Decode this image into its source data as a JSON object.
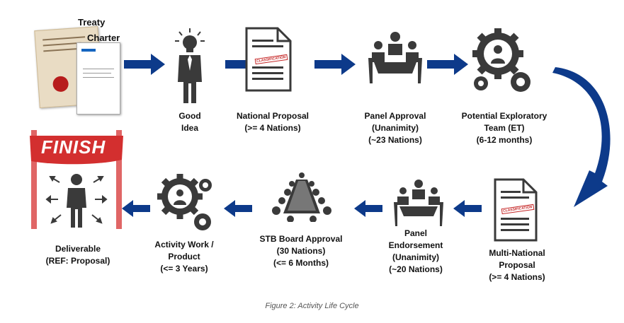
{
  "documents": {
    "treaty_label": "Treaty",
    "charter_label": "Charter"
  },
  "steps": {
    "good_idea": [
      "Good",
      "Idea"
    ],
    "national_proposal": [
      "National Proposal",
      "(>= 4 Nations)"
    ],
    "panel_approval": [
      "Panel Approval",
      "(Unanimity)",
      "(~23 Nations)"
    ],
    "potential_et": [
      "Potential Exploratory",
      "Team (ET)",
      "(6-12 months)"
    ],
    "multi_national": [
      "Multi-National",
      "Proposal",
      "(>= 4 Nations)"
    ],
    "panel_endorsement": [
      "Panel",
      "Endorsement",
      "(Unanimity)",
      "(~20 Nations)"
    ],
    "stb_board": [
      "STB Board Approval",
      "(30 Nations)",
      "(<= 6 Months)"
    ],
    "activity_work": [
      "Activity Work /",
      "Product",
      "(<= 3 Years)"
    ],
    "deliverable": [
      "Deliverable",
      "(REF: Proposal)"
    ]
  },
  "finish_banner": "FINISH",
  "classification_stamp": "CLASSIFICATION",
  "caption": "Figure 2: Activity Life Cycle",
  "colors": {
    "arrow": "#0d3a8a",
    "icon": "#3a3a3a",
    "banner": "#d32f2f"
  }
}
